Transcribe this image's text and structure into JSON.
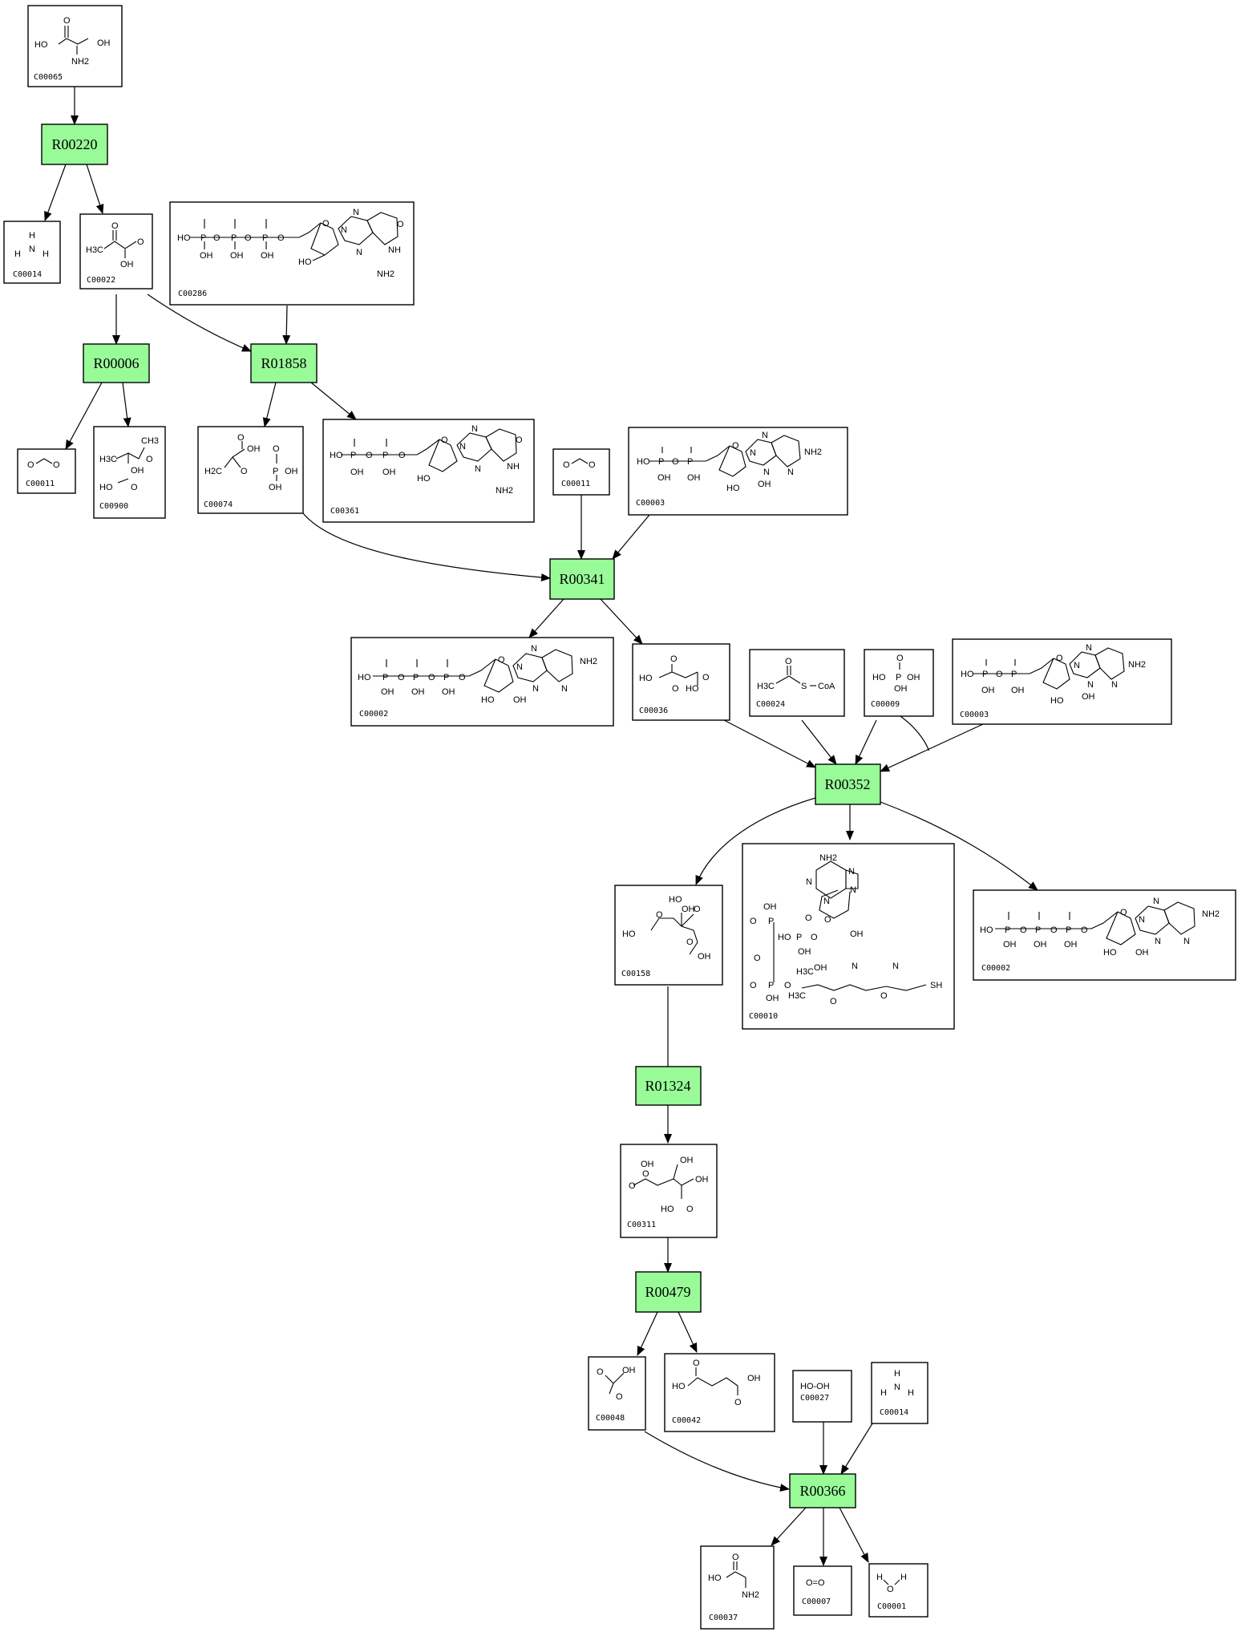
{
  "reactions": [
    {
      "id": "R00220"
    },
    {
      "id": "R00006"
    },
    {
      "id": "R01858"
    },
    {
      "id": "R00341"
    },
    {
      "id": "R00352"
    },
    {
      "id": "R01324"
    },
    {
      "id": "R00479"
    },
    {
      "id": "R00366"
    }
  ],
  "compounds": [
    {
      "id": "C00065",
      "atoms": [
        "HO",
        "O",
        "OH",
        "NH2"
      ]
    },
    {
      "id": "C00014",
      "atoms": [
        "H",
        "H",
        "N",
        "H"
      ]
    },
    {
      "id": "C00022",
      "atoms": [
        "O",
        "H3C",
        "O",
        "OH"
      ]
    },
    {
      "id": "C00286",
      "atoms": [
        "HO",
        "P",
        "OH",
        "O",
        "P",
        "OH",
        "O",
        "P",
        "OH",
        "O",
        "O",
        "N",
        "N",
        "O",
        "NH",
        "N",
        "NH2",
        "HO"
      ]
    },
    {
      "id": "C00011",
      "atoms": [
        "O",
        "C",
        "O"
      ]
    },
    {
      "id": "C00900",
      "atoms": [
        "CH3",
        "H3C",
        "O",
        "OH",
        "HO",
        "O"
      ]
    },
    {
      "id": "C00074",
      "atoms": [
        "O",
        "OH",
        "H2C",
        "O",
        "P",
        "OH",
        "O",
        "OH"
      ]
    },
    {
      "id": "C00361",
      "atoms": [
        "HO",
        "P",
        "O",
        "P",
        "O",
        "OH",
        "OH",
        "O",
        "N",
        "N",
        "O",
        "NH",
        "N",
        "NH2",
        "HO"
      ]
    },
    {
      "id": "C00011",
      "atoms": [
        "O",
        "C",
        "O"
      ]
    },
    {
      "id": "C00003",
      "atoms": [
        "HO",
        "P",
        "O",
        "P",
        "OH",
        "OH",
        "O",
        "N",
        "N",
        "NH2",
        "N",
        "N",
        "HO",
        "OH"
      ]
    },
    {
      "id": "C00002",
      "atoms": [
        "HO",
        "P",
        "O",
        "P",
        "O",
        "P",
        "O",
        "OH",
        "OH",
        "OH",
        "O",
        "N",
        "N",
        "NH2",
        "N",
        "N",
        "HO",
        "OH"
      ]
    },
    {
      "id": "C00036",
      "atoms": [
        "O",
        "HO",
        "O",
        "O",
        "HO"
      ]
    },
    {
      "id": "C00024",
      "atoms": [
        "O",
        "H3C",
        "S",
        "CoA"
      ]
    },
    {
      "id": "C00009",
      "atoms": [
        "O",
        "HO",
        "P",
        "OH",
        "OH"
      ]
    },
    {
      "id": "C00003",
      "atoms": [
        "HO",
        "P",
        "O",
        "P",
        "OH",
        "OH",
        "O",
        "N",
        "N",
        "NH2",
        "N",
        "N",
        "HO",
        "OH"
      ]
    },
    {
      "id": "C00158",
      "atoms": [
        "HO",
        "O",
        "O",
        "OH",
        "HO",
        "O",
        "OH"
      ]
    },
    {
      "id": "C00010",
      "atoms": [
        "NH2",
        "N",
        "N",
        "N",
        "N",
        "OH",
        "O",
        "P",
        "O",
        "O",
        "HO",
        "P",
        "O",
        "OH",
        "O",
        "OH",
        "O",
        "P",
        "O",
        "H3C",
        "OH",
        "N",
        "N",
        "SH",
        "H3C",
        "O",
        "O",
        "OH"
      ]
    },
    {
      "id": "C00002",
      "atoms": [
        "HO",
        "P",
        "O",
        "P",
        "O",
        "P",
        "O",
        "OH",
        "OH",
        "OH",
        "O",
        "N",
        "N",
        "NH2",
        "N",
        "N",
        "HO",
        "OH"
      ]
    },
    {
      "id": "C00311",
      "atoms": [
        "OH",
        "O",
        "OH",
        "O",
        "OH",
        "HO",
        "O"
      ]
    },
    {
      "id": "C00048",
      "atoms": [
        "O",
        "OH",
        "O"
      ]
    },
    {
      "id": "C00042",
      "atoms": [
        "O",
        "HO",
        "OH",
        "O"
      ]
    },
    {
      "id": "C00027",
      "atoms": [
        "HO-OH"
      ]
    },
    {
      "id": "C00014",
      "atoms": [
        "H",
        "H",
        "N",
        "H"
      ]
    },
    {
      "id": "C00037",
      "atoms": [
        "O",
        "HO",
        "NH2"
      ]
    },
    {
      "id": "C00007",
      "atoms": [
        "O=O"
      ]
    },
    {
      "id": "C00001",
      "atoms": [
        "H",
        "O",
        "H"
      ]
    }
  ]
}
